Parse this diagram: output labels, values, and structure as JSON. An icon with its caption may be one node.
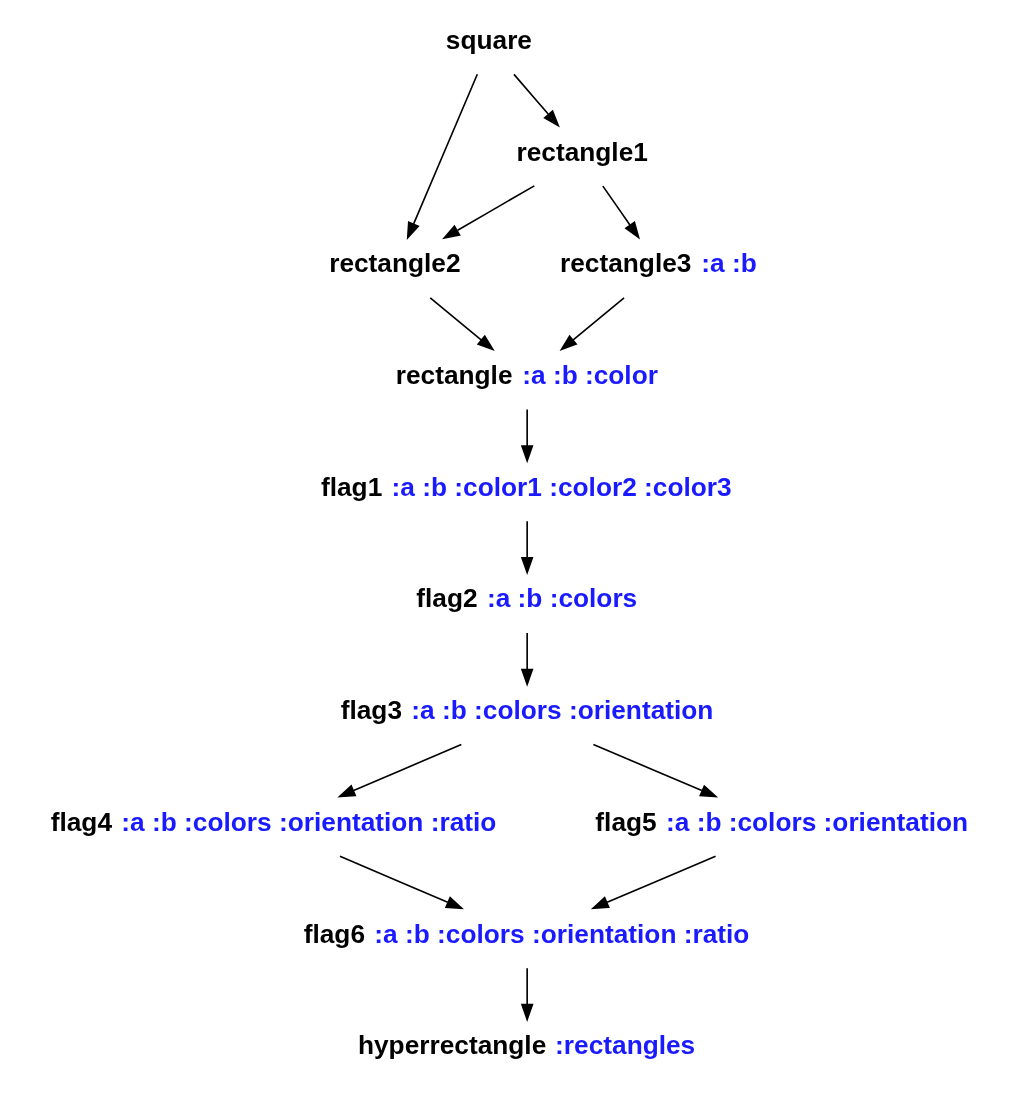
{
  "diagram": {
    "nodes": [
      {
        "text": [
          "square"
        ]
      },
      {
        "text": [
          "rectangle1"
        ]
      },
      {
        "text": [
          "rectangle2"
        ]
      },
      {
        "text": [
          "rectangle3",
          ":a :b"
        ]
      },
      {
        "text": [
          "rectangle",
          ":a :b :color"
        ]
      },
      {
        "text": [
          "flag1",
          ":a :b :color1 :color2 :color3"
        ]
      },
      {
        "text": [
          "flag2",
          ":a :b :colors"
        ]
      },
      {
        "text": [
          "flag3",
          ":a :b :colors :orientation"
        ]
      },
      {
        "text": [
          "flag4",
          ":a :b :colors :orientation :ratio"
        ]
      },
      {
        "text": [
          "flag5",
          ":a :b :colors :orientation"
        ]
      },
      {
        "text": [
          "flag6",
          ":a :b :colors :orientation :ratio"
        ]
      },
      {
        "text": [
          "hyperrectangle",
          ":rectangles"
        ]
      }
    ],
    "edges": [
      {
        "from": 0,
        "to": 1,
        "arrow": "to"
      },
      {
        "from": 0,
        "to": 2,
        "arrow": "to"
      },
      {
        "from": 1,
        "to": 2,
        "arrow": "to"
      },
      {
        "from": 1,
        "to": 3,
        "arrow": "to"
      },
      {
        "from": 2,
        "to": 4,
        "arrow": "to"
      },
      {
        "from": 3,
        "to": 4,
        "arrow": "to"
      },
      {
        "from": 4,
        "to": 5,
        "arrow": "to"
      },
      {
        "from": 5,
        "to": 6,
        "arrow": "to"
      },
      {
        "from": 6,
        "to": 7,
        "arrow": "to"
      },
      {
        "from": 7,
        "to": 8,
        "arrow": "to"
      },
      {
        "from": 7,
        "to": 9,
        "arrow": "to"
      },
      {
        "from": 8,
        "to": 10,
        "arrow": "to"
      },
      {
        "from": 9,
        "to": 10,
        "arrow": "to"
      },
      {
        "from": 10,
        "to": 11,
        "arrow": "to"
      }
    ]
  }
}
